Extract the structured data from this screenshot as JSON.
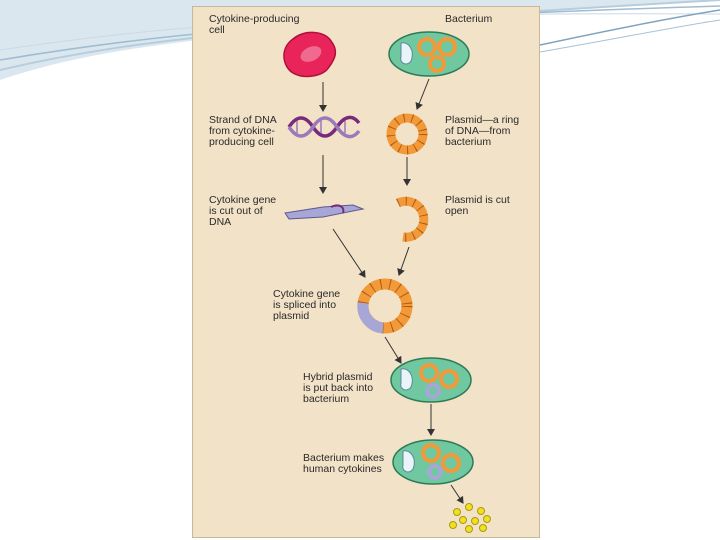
{
  "diagram": {
    "labels": {
      "cytokine_cell": "Cytokine-producing\ncell",
      "bacterium": "Bacterium",
      "dna_strand": "Strand of DNA\nfrom cytokine-\nproducing cell",
      "plasmid_ring": "Plasmid—a ring\nof DNA—from\nbacterium",
      "gene_cut": "Cytokine gene\nis cut out of\nDNA",
      "plasmid_cut": "Plasmid is cut\nopen",
      "gene_spliced": "Cytokine gene\nis spliced into\nplasmid",
      "hybrid_back": "Hybrid plasmid\nis put back into\nbacterium",
      "makes_cytokines": "Bacterium makes\nhuman cytokines"
    }
  },
  "colors": {
    "panel": "#f2e2c7",
    "cell": "#e8245a",
    "bacterium": "#6fc8a0",
    "plasmid": "#f29a3a",
    "gene": "#a8a6d6",
    "cytokines": "#f0e020"
  },
  "icons": [
    "cytokine-cell-icon",
    "bacterium-icon",
    "dna-helix-icon",
    "plasmid-ring-icon",
    "cytokine-gene-icon",
    "cut-plasmid-icon",
    "hybrid-plasmid-icon",
    "cytokine-dots-icon"
  ]
}
